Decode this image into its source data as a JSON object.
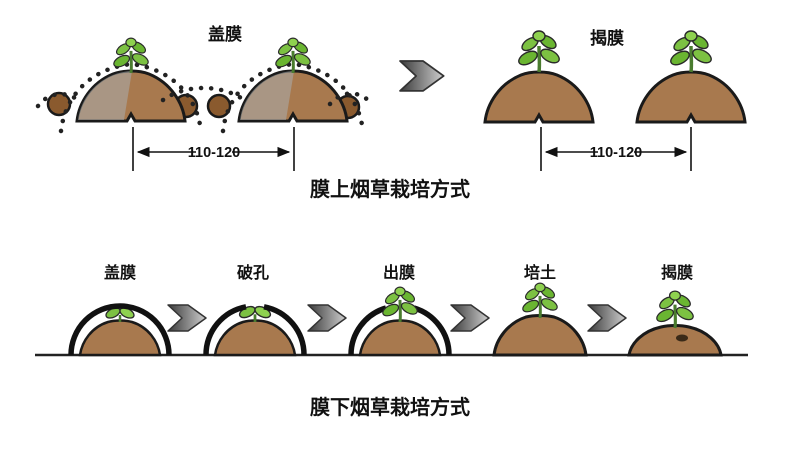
{
  "top_section": {
    "label_cover": "盖膜",
    "label_remove": "揭膜",
    "dim_left": "110-120",
    "dim_right": "110-120",
    "caption": "膜上烟草栽培方式"
  },
  "bottom_section": {
    "stages": [
      {
        "label": "盖膜"
      },
      {
        "label": "破孔"
      },
      {
        "label": "出膜"
      },
      {
        "label": "培土"
      },
      {
        "label": "揭膜"
      }
    ],
    "caption": "膜下烟草栽培方式"
  },
  "colors": {
    "soil": "#a8794e",
    "soil_clod": "#8a5a2e",
    "leaf_light": "#8ed14f",
    "leaf_mid": "#7cc142",
    "leaf_dark": "#6ab531",
    "stem": "#4a7c2f",
    "outline": "#1a1a1a",
    "film_gray": "#a9aeb0",
    "arrow_dark": "#3a3a3a",
    "arrow_light": "#cfcfcf"
  }
}
